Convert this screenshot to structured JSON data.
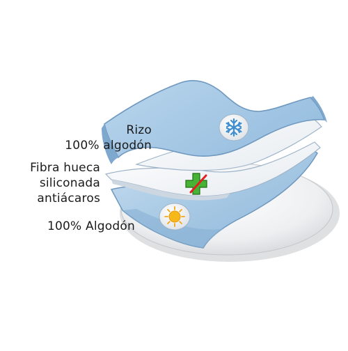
{
  "labels": {
    "top": {
      "line1": "Rizo",
      "line2": "100% algodón"
    },
    "middle": {
      "line1": "Fibra hueca",
      "line2": "siliconada",
      "line3": "antiácaros"
    },
    "bottom": {
      "line1": "100% Algodón"
    }
  },
  "icons": {
    "top": "snowflake-icon",
    "middle": "green-cross-icon",
    "bottom": "sun-icon"
  },
  "colors": {
    "layer_blue": "#a9cbe6",
    "layer_blue_dark": "#6f98bf",
    "layer_white": "#f4f6f8",
    "base_gray": "#d9dadc",
    "snowflake": "#3f8fd0",
    "cross_green": "#46b335",
    "cross_red": "#e02020",
    "sun": "#f6b81a"
  }
}
